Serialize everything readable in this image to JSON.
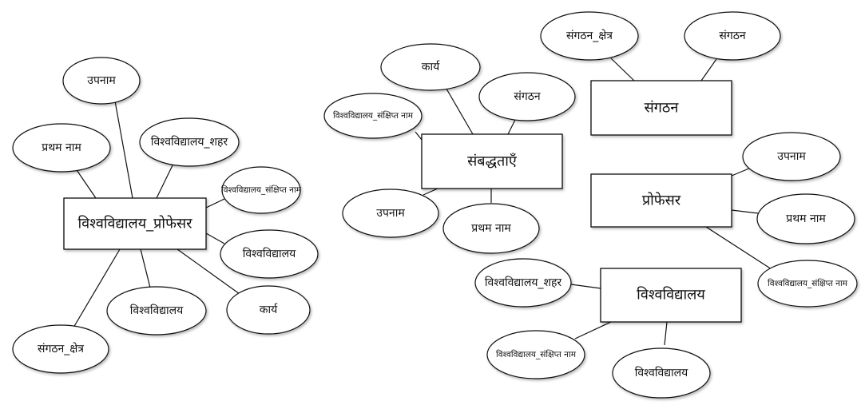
{
  "entities": {
    "university_professor": "विश्वविद्यालय_प्रोफेसर",
    "affiliations": "संबद्धताएँ",
    "organization": "संगठन",
    "professor": "प्रोफेसर",
    "university": "विश्वविद्यालय"
  },
  "attributes": {
    "up_surname": "उपनाम",
    "up_first_name": "प्रथम नाम",
    "up_univ_city": "विश्वविद्यालय_शहर",
    "up_univ_abbrev": "विश्वविद्यालय_संक्षिप्त नाम",
    "up_university": "विश्वविद्यालय",
    "up_work": "कार्य",
    "up_university_2": "विश्वविद्यालय",
    "up_org_field": "संगठन_क्षेत्र",
    "af_work": "कार्य",
    "af_organization": "संगठन",
    "af_univ_abbrev": "विश्वविद्यालय_संक्षिप्त नाम",
    "af_surname": "उपनाम",
    "af_first_name": "प्रथम नाम",
    "org_field": "संगठन_क्षेत्र",
    "org_name": "संगठन",
    "pr_surname": "उपनाम",
    "pr_first_name": "प्रथम नाम",
    "pr_univ_abbrev": "विश्वविद्यालय_संक्षिप्त नाम",
    "un_city": "विश्वविद्यालय_शहर",
    "un_abbrev": "विश्वविद्यालय_संक्षिप्त नाम",
    "un_name": "विश्वविद्यालय"
  }
}
